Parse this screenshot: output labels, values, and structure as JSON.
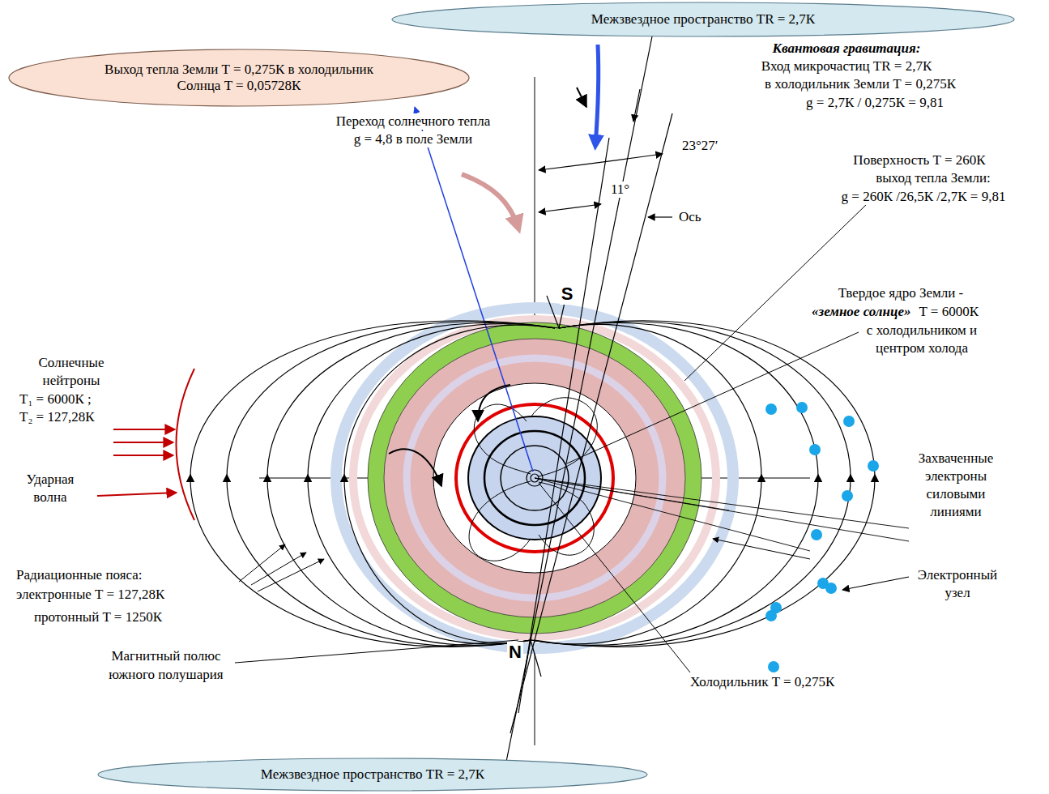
{
  "diagram": {
    "nodes": [
      {
        "text": [
          "Межзвездное пространство TR = 2,7К"
        ]
      },
      {
        "text": [
          "Выход тепла Земли T = 0,275К в холодильник Солнца T = 0,05728К"
        ]
      },
      {
        "text": [
          "Межзвездное пространство TR = 2,7К"
        ]
      }
    ],
    "labels": [
      "Квантовая гравитация:",
      "Вход микрочастиц TR = 2,7К",
      "в холодильник Земли T = 0,275К",
      "g = 2,7К / 0,275К = 9,81",
      "Переход солнечного тепла",
      "g = 4,8 в поле Земли",
      "23°27′",
      "11°",
      "Ось",
      "Поверхность T = 260К",
      "выход тепла Земли:",
      "g = 260К /26,5К /2,7К = 9,81",
      "S",
      "N",
      "Твердое ядро Земли -",
      "«земное солнце»",
      "T = 6000К",
      "с холодильником и",
      "центром холода",
      "Солнечные",
      "нейтроны",
      "T₁ = 6000К ;",
      "T₂ = 127,28К",
      "Ударная",
      "волна",
      "Радиационные пояса:",
      "электронные T = 127,28К",
      "протонный T = 1250К",
      "Магнитный полюс",
      "южного полушария",
      "Холодильник T = 0,275К",
      "Захваченные",
      "электроны",
      "силовыми",
      "линиями",
      "Электронный",
      "узел"
    ]
  }
}
